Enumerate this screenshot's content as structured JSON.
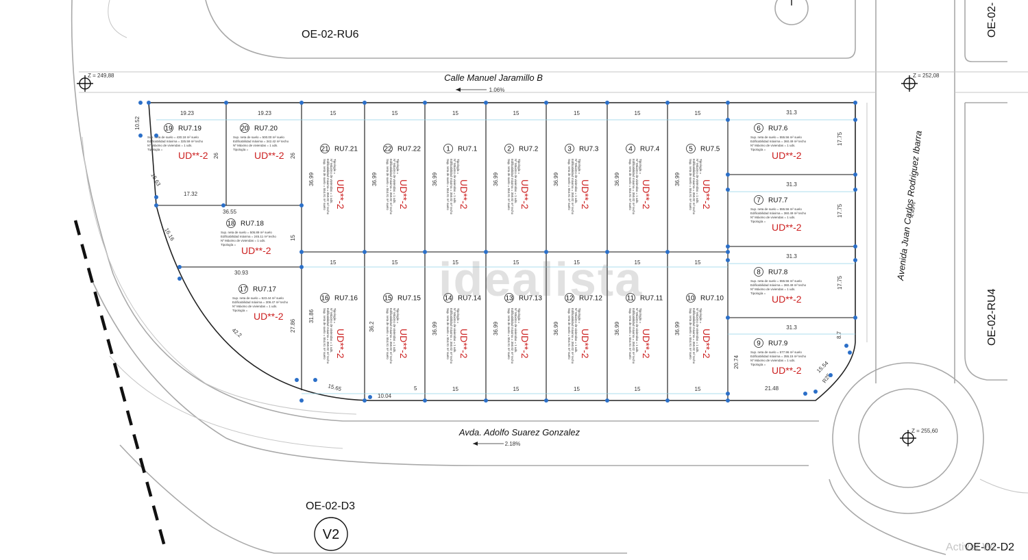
{
  "zones": {
    "top_left": "OE-02-RU6",
    "top_right": "OE-02-",
    "right": "OE-02-RU4",
    "bottom_left": "OE-02-D3",
    "bottom_right": "OE-02-D2",
    "v2": "V2"
  },
  "streets": {
    "top": "Calle Manuel Jaramillo B",
    "top_slope": "1.06%",
    "bottom": "Avda. Adolfo Suarez Gonzalez",
    "bottom_slope": "2.18%",
    "right": "Avenida Juan Carlos Rodriguez Ibarra",
    "right_slope": "4.49%"
  },
  "elevations": {
    "tl": "Z = 249,88",
    "tr": "Z = 252,08",
    "roundabout": "Z = 255,60"
  },
  "watermark": "idealista",
  "activation": "Activar Wi",
  "ud_label": "UD**-2",
  "lots_top": [
    {
      "num": "21",
      "id": "RU7.21"
    },
    {
      "num": "22",
      "id": "RU7.22"
    },
    {
      "num": "1",
      "id": "RU7.1"
    },
    {
      "num": "2",
      "id": "RU7.2"
    },
    {
      "num": "3",
      "id": "RU7.3"
    },
    {
      "num": "4",
      "id": "RU7.4"
    },
    {
      "num": "5",
      "id": "RU7.5"
    }
  ],
  "lots_bottom": [
    {
      "num": "16",
      "id": "RU7.16"
    },
    {
      "num": "15",
      "id": "RU7.15"
    },
    {
      "num": "14",
      "id": "RU7.14"
    },
    {
      "num": "13",
      "id": "RU7.13"
    },
    {
      "num": "12",
      "id": "RU7.12"
    },
    {
      "num": "11",
      "id": "RU7.11"
    },
    {
      "num": "10",
      "id": "RU7.10"
    }
  ],
  "lots_right": [
    {
      "num": "6",
      "id": "RU7.6",
      "width": "31.3",
      "depth": "17.75",
      "info": [
        "Sup. neta de suelo = 555.56 m² suelo",
        "Edificabilidad máxima = 360.49 m² techo",
        "Nº Máximo de viviendas = 1 uds.",
        "Tipología ="
      ]
    },
    {
      "num": "7",
      "id": "RU7.7",
      "width": "31.3",
      "depth": "17.75",
      "info": [
        "Sup. neta de suelo = 555.56 m² suelo",
        "Edificabilidad máxima = 360.49 m² techo",
        "Nº Máximo de viviendas = 1 uds.",
        "Tipología ="
      ]
    },
    {
      "num": "8",
      "id": "RU7.8",
      "width": "31.3",
      "depth": "17.75",
      "info": [
        "Sup. neta de suelo = 555.56 m² suelo",
        "Edificabilidad máxima = 360.49 m² techo",
        "Nº Máximo de viviendas = 1 uds.",
        "Tipología ="
      ]
    },
    {
      "num": "9",
      "id": "RU7.9",
      "width": "31.3",
      "depth": "20.74",
      "info": [
        "Sup. neta de suelo = 577.96 m² suelo",
        "Edificabilidad máxima = 355.15 m² techo",
        "Nº Máximo de viviendas = 1 uds.",
        "Tipología ="
      ]
    }
  ],
  "lots_left": [
    {
      "num": "19",
      "id": "RU7.19",
      "width": "19.23",
      "info": [
        "Sup. neta de suelo = 430.18 m² suelo",
        "Edificabilidad máxima = 325.59 m² techo",
        "Nº Máximo de viviendas = 1 uds.",
        "Tipología ="
      ]
    },
    {
      "num": "20",
      "id": "RU7.20",
      "width": "19.23",
      "info": [
        "Sup. neta de suelo = 500.00 m² suelo",
        "Edificabilidad máxima = 342.42 m² techo",
        "Nº Máximo de viviendas = 1 uds.",
        "Tipología ="
      ]
    },
    {
      "num": "18",
      "id": "RU7.18",
      "info": [
        "Sup. neta de suelo = 505.89 m² suelo",
        "Edificabilidad máxima = 245.11 m² techo",
        "Nº Máximo de viviendas = 1 uds.",
        "Tipología ="
      ]
    },
    {
      "num": "17",
      "id": "RU7.17",
      "info": [
        "Sup. neta de suelo = 523.44 m² suelo",
        "Edificabilidad máxima = 309.47 m² techo",
        "Nº Máximo de viviendas = 1 uds.",
        "Tipología ="
      ]
    }
  ],
  "narrow_info": [
    "Sup. neta de suelo = 554.91 m² suelo",
    "Edificabilidad máxima = 350.02 m² techo",
    "Nº Máximo de viviendas = 1 uds.",
    "Tipología ="
  ],
  "dims": {
    "col_width": "15",
    "col_depth": "36.99",
    "d_10_52": "10.52",
    "d_26": "26",
    "d_17_32": "17.32",
    "d_36_55": "36.55",
    "d_15_63": "15.63",
    "d_16_16": "16.16",
    "d_15": "15",
    "d_30_93": "30.93",
    "d_27_86": "27.86",
    "d_42_2": "42.2",
    "d_31_86": "31.86",
    "d_36_2": "36.2",
    "d_15_65": "15.65",
    "d_10_04": "10.04",
    "d_5": "5",
    "d_21_48": "21.48",
    "d_15_54": "15.54",
    "d_8_7": "8.7",
    "d_r25": "R25"
  }
}
